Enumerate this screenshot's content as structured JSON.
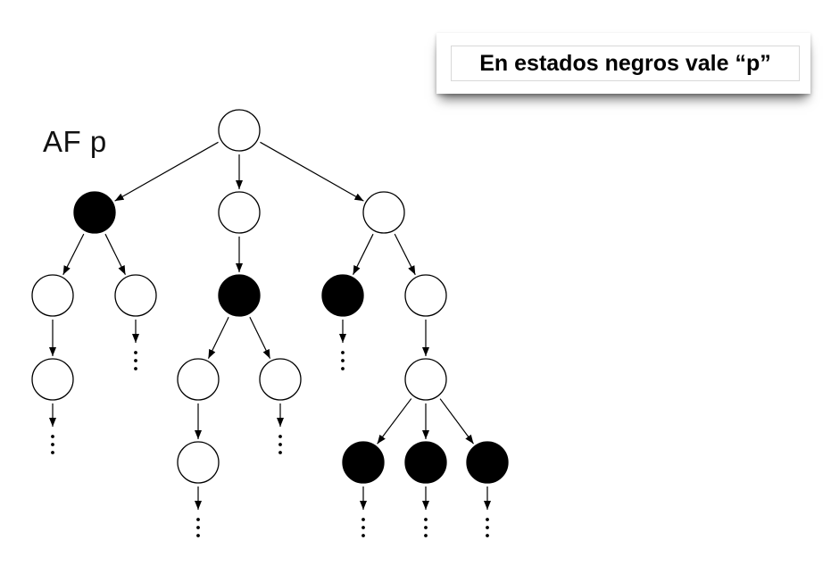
{
  "formula_label": "AF p",
  "callout": {
    "text": "En estados negros vale “p”"
  },
  "colors": {
    "state_marked": "#000000",
    "state_unmarked": "#ffffff",
    "line": "#000000"
  },
  "tree": {
    "id": "root",
    "marked": false,
    "children": [
      {
        "id": "n1",
        "marked": true,
        "children": [
          {
            "id": "n1a",
            "marked": false,
            "children": [
              {
                "id": "n1a1",
                "marked": false,
                "children": [],
                "continues": true
              }
            ]
          },
          {
            "id": "n1b",
            "marked": false,
            "children": [],
            "continues": true
          }
        ]
      },
      {
        "id": "n2",
        "marked": false,
        "children": [
          {
            "id": "n2a",
            "marked": true,
            "children": [
              {
                "id": "n2a1",
                "marked": false,
                "children": [
                  {
                    "id": "n2a1x",
                    "marked": false,
                    "children": [],
                    "continues": true
                  }
                ]
              },
              {
                "id": "n2a2",
                "marked": false,
                "children": [],
                "continues": true
              }
            ]
          }
        ]
      },
      {
        "id": "n3",
        "marked": false,
        "children": [
          {
            "id": "n3a",
            "marked": true,
            "children": [],
            "continues": true
          },
          {
            "id": "n3b",
            "marked": false,
            "children": [
              {
                "id": "n3b1",
                "marked": false,
                "children": [
                  {
                    "id": "n3b1a",
                    "marked": true,
                    "children": [],
                    "continues": true
                  },
                  {
                    "id": "n3b1b",
                    "marked": true,
                    "children": [],
                    "continues": true
                  },
                  {
                    "id": "n3b1c",
                    "marked": true,
                    "children": [],
                    "continues": true
                  }
                ]
              }
            ]
          }
        ]
      }
    ]
  }
}
